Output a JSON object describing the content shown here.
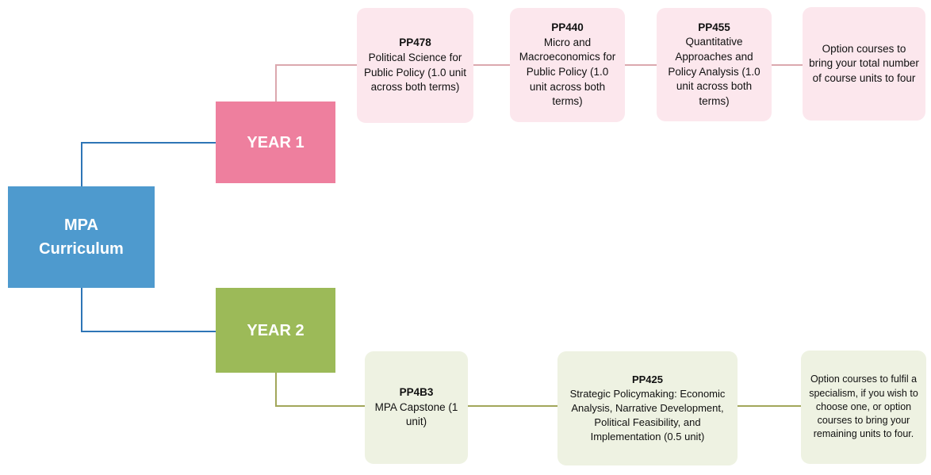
{
  "diagram": {
    "root": {
      "label": "MPA Curriculum"
    },
    "branches": [
      {
        "label": "YEAR 1",
        "courses": [
          {
            "code": "PP478",
            "text": "Political Science for Public Policy (1.0 unit across both terms)"
          },
          {
            "code": "PP440",
            "text": "Micro and Macroeconomics for Public Policy (1.0 unit across both terms)"
          },
          {
            "code": "PP455",
            "text": "Quantitative Approaches and Policy Analysis (1.0 unit across both terms)"
          },
          {
            "code": "",
            "text": "Option courses to bring your total number of course units to four"
          }
        ]
      },
      {
        "label": "YEAR 2",
        "courses": [
          {
            "code": "PP4B3",
            "text": "MPA Capstone (1 unit)"
          },
          {
            "code": "PP425",
            "text": "Strategic Policymaking: Economic Analysis, Narrative Development, Political Feasibility, and Implementation (0.5 unit)"
          },
          {
            "code": "",
            "text": "Option courses to fulfil a specialism, if you wish to choose one, or option courses to bring your remaining units to four."
          }
        ]
      }
    ]
  },
  "colors": {
    "root_fill": "#4e9ace",
    "year1_fill": "#ee7f9e",
    "year2_fill": "#9cba58",
    "course_pink_fill": "#fce7ed",
    "course_green_fill": "#eef2e2",
    "connector_blue": "#2e75b6",
    "connector_pink": "#dba8ae",
    "connector_olive": "#a2a65a",
    "node_text": "#ffffff",
    "course_text": "#111111",
    "background": "#ffffff"
  }
}
